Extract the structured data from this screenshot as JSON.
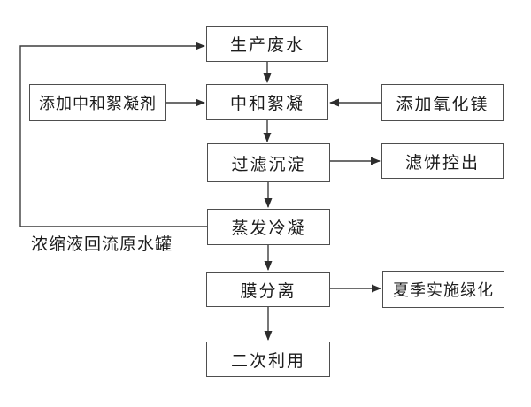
{
  "diagram": {
    "type": "flowchart",
    "subject": "industrial-wastewater-treatment-process",
    "colors": {
      "background": "#ffffff",
      "node_border": "#4e4e4e",
      "connector": "#3d3d3d",
      "text": "#1c1c1c"
    },
    "nodes": [
      {
        "id": "production-wastewater",
        "label": "生产废水"
      },
      {
        "id": "add-neutralizing-flocculant",
        "label": "添加中和絮凝剂"
      },
      {
        "id": "neutralization-flocculation",
        "label": "中和絮凝"
      },
      {
        "id": "add-magnesium-oxide",
        "label": "添加氧化镁"
      },
      {
        "id": "filtration-sedimentation",
        "label": "过滤沉淀"
      },
      {
        "id": "filter-cake-discharge",
        "label": "滤饼控出"
      },
      {
        "id": "evaporation-condensation",
        "label": "蒸发冷凝"
      },
      {
        "id": "membrane-separation",
        "label": "膜分离"
      },
      {
        "id": "summer-greening",
        "label": "夏季实施绿化"
      },
      {
        "id": "secondary-utilization",
        "label": "二次利用"
      }
    ],
    "edges": [
      {
        "from": "production-wastewater",
        "to": "neutralization-flocculation",
        "label": ""
      },
      {
        "from": "add-neutralizing-flocculant",
        "to": "neutralization-flocculation",
        "label": ""
      },
      {
        "from": "add-magnesium-oxide",
        "to": "neutralization-flocculation",
        "label": ""
      },
      {
        "from": "neutralization-flocculation",
        "to": "filtration-sedimentation",
        "label": ""
      },
      {
        "from": "filtration-sedimentation",
        "to": "filter-cake-discharge",
        "label": ""
      },
      {
        "from": "filtration-sedimentation",
        "to": "evaporation-condensation",
        "label": ""
      },
      {
        "from": "evaporation-condensation",
        "to": "production-wastewater",
        "label": "浓缩液回流原水罐"
      },
      {
        "from": "evaporation-condensation",
        "to": "membrane-separation",
        "label": ""
      },
      {
        "from": "membrane-separation",
        "to": "summer-greening",
        "label": ""
      },
      {
        "from": "membrane-separation",
        "to": "secondary-utilization",
        "label": ""
      }
    ]
  }
}
